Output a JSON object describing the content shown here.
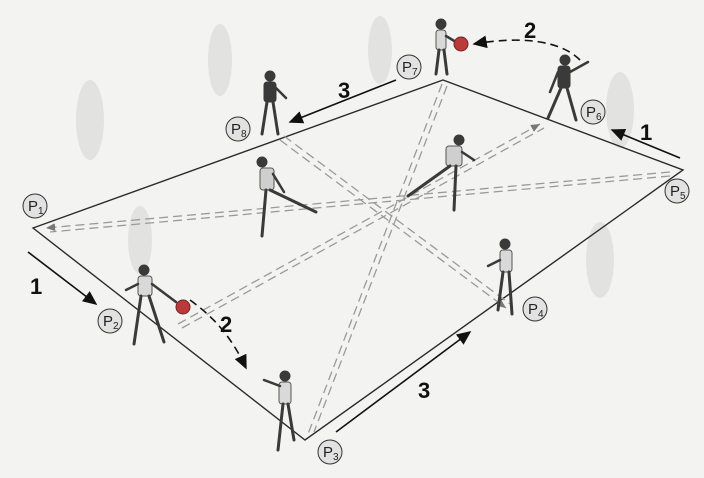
{
  "positions": {
    "p1": {
      "letter": "P",
      "sub": "1"
    },
    "p2": {
      "letter": "P",
      "sub": "2"
    },
    "p3": {
      "letter": "P",
      "sub": "3"
    },
    "p4": {
      "letter": "P",
      "sub": "4"
    },
    "p5": {
      "letter": "P",
      "sub": "5"
    },
    "p6": {
      "letter": "P",
      "sub": "6"
    },
    "p7": {
      "letter": "P",
      "sub": "7"
    },
    "p8": {
      "letter": "P",
      "sub": "8"
    }
  },
  "steps": {
    "step_1_left": "1",
    "step_1_right": "1",
    "step_2_left": "2",
    "step_2_top": "2",
    "step_3_top": "3",
    "step_3_bottom": "3"
  },
  "colors": {
    "field_line": "#2b2b2b",
    "pass_line": "#9a9a9a",
    "ball": "#b83a3a",
    "badge_fill": "#e2e2e2",
    "player": "#3a3a3a"
  },
  "icons": {
    "ball": "ball-icon",
    "player": "player-figure"
  }
}
